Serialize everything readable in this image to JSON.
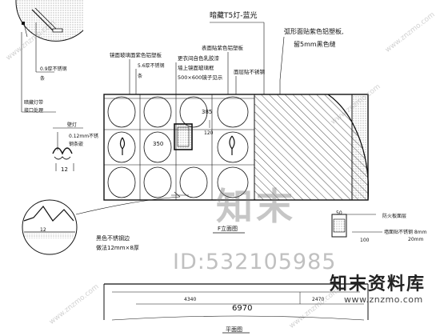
{
  "labels": {
    "t5_light": "暗藏T5灯-蓝光",
    "arc_panel_1": "弧形面贴紫色铝塑板,",
    "arc_panel_2": "留5mm黑色缝",
    "note_left_1": "镜面玻璃面紫色铝塑板",
    "note_left_2": "5.6厚不锈钢",
    "note_left_3": "条",
    "note_mid_1": "更衣间自色乳胶漆",
    "note_mid_2": "墙上镜面玻璃框",
    "note_mid_3": "500×600镜子见示",
    "note_top_mid": "表面贴紫色铝塑板",
    "note_right_mid": "面层贴不锈钢",
    "note_far_left_1": "0.9厚不锈钢",
    "note_far_left_2": "条",
    "note_far_left_3": "暗藏灯带",
    "note_far_left_4": "接口处理",
    "note_light": "壁灯",
    "note_light_2": "0.12mm不锈",
    "note_light_3": "钢条嵌",
    "note_bottom_left_1": "黑色不锈钢边",
    "note_bottom_left_2": "做法12mm×8厚",
    "note_bottom_right_1": "防火板面层",
    "note_bottom_right_2": "墙面贴不锈钢 8mm",
    "note_bottom_right_3": "20mm",
    "elev_title": "F立面图",
    "plan_title": "平面图",
    "dim_total": "6970",
    "dim_a": "4340",
    "dim_b": "2470",
    "dim_385": "385",
    "dim_350": "350",
    "dim_120": "120",
    "dim_100": "100",
    "dim_50": "50",
    "dim_12": "12"
  },
  "watermark": {
    "logo": "知末",
    "id": "ID:532105985",
    "brand_cn": "知末资料库",
    "brand_url": "www.znzmo.com",
    "diag": "www.znzmo.com"
  }
}
